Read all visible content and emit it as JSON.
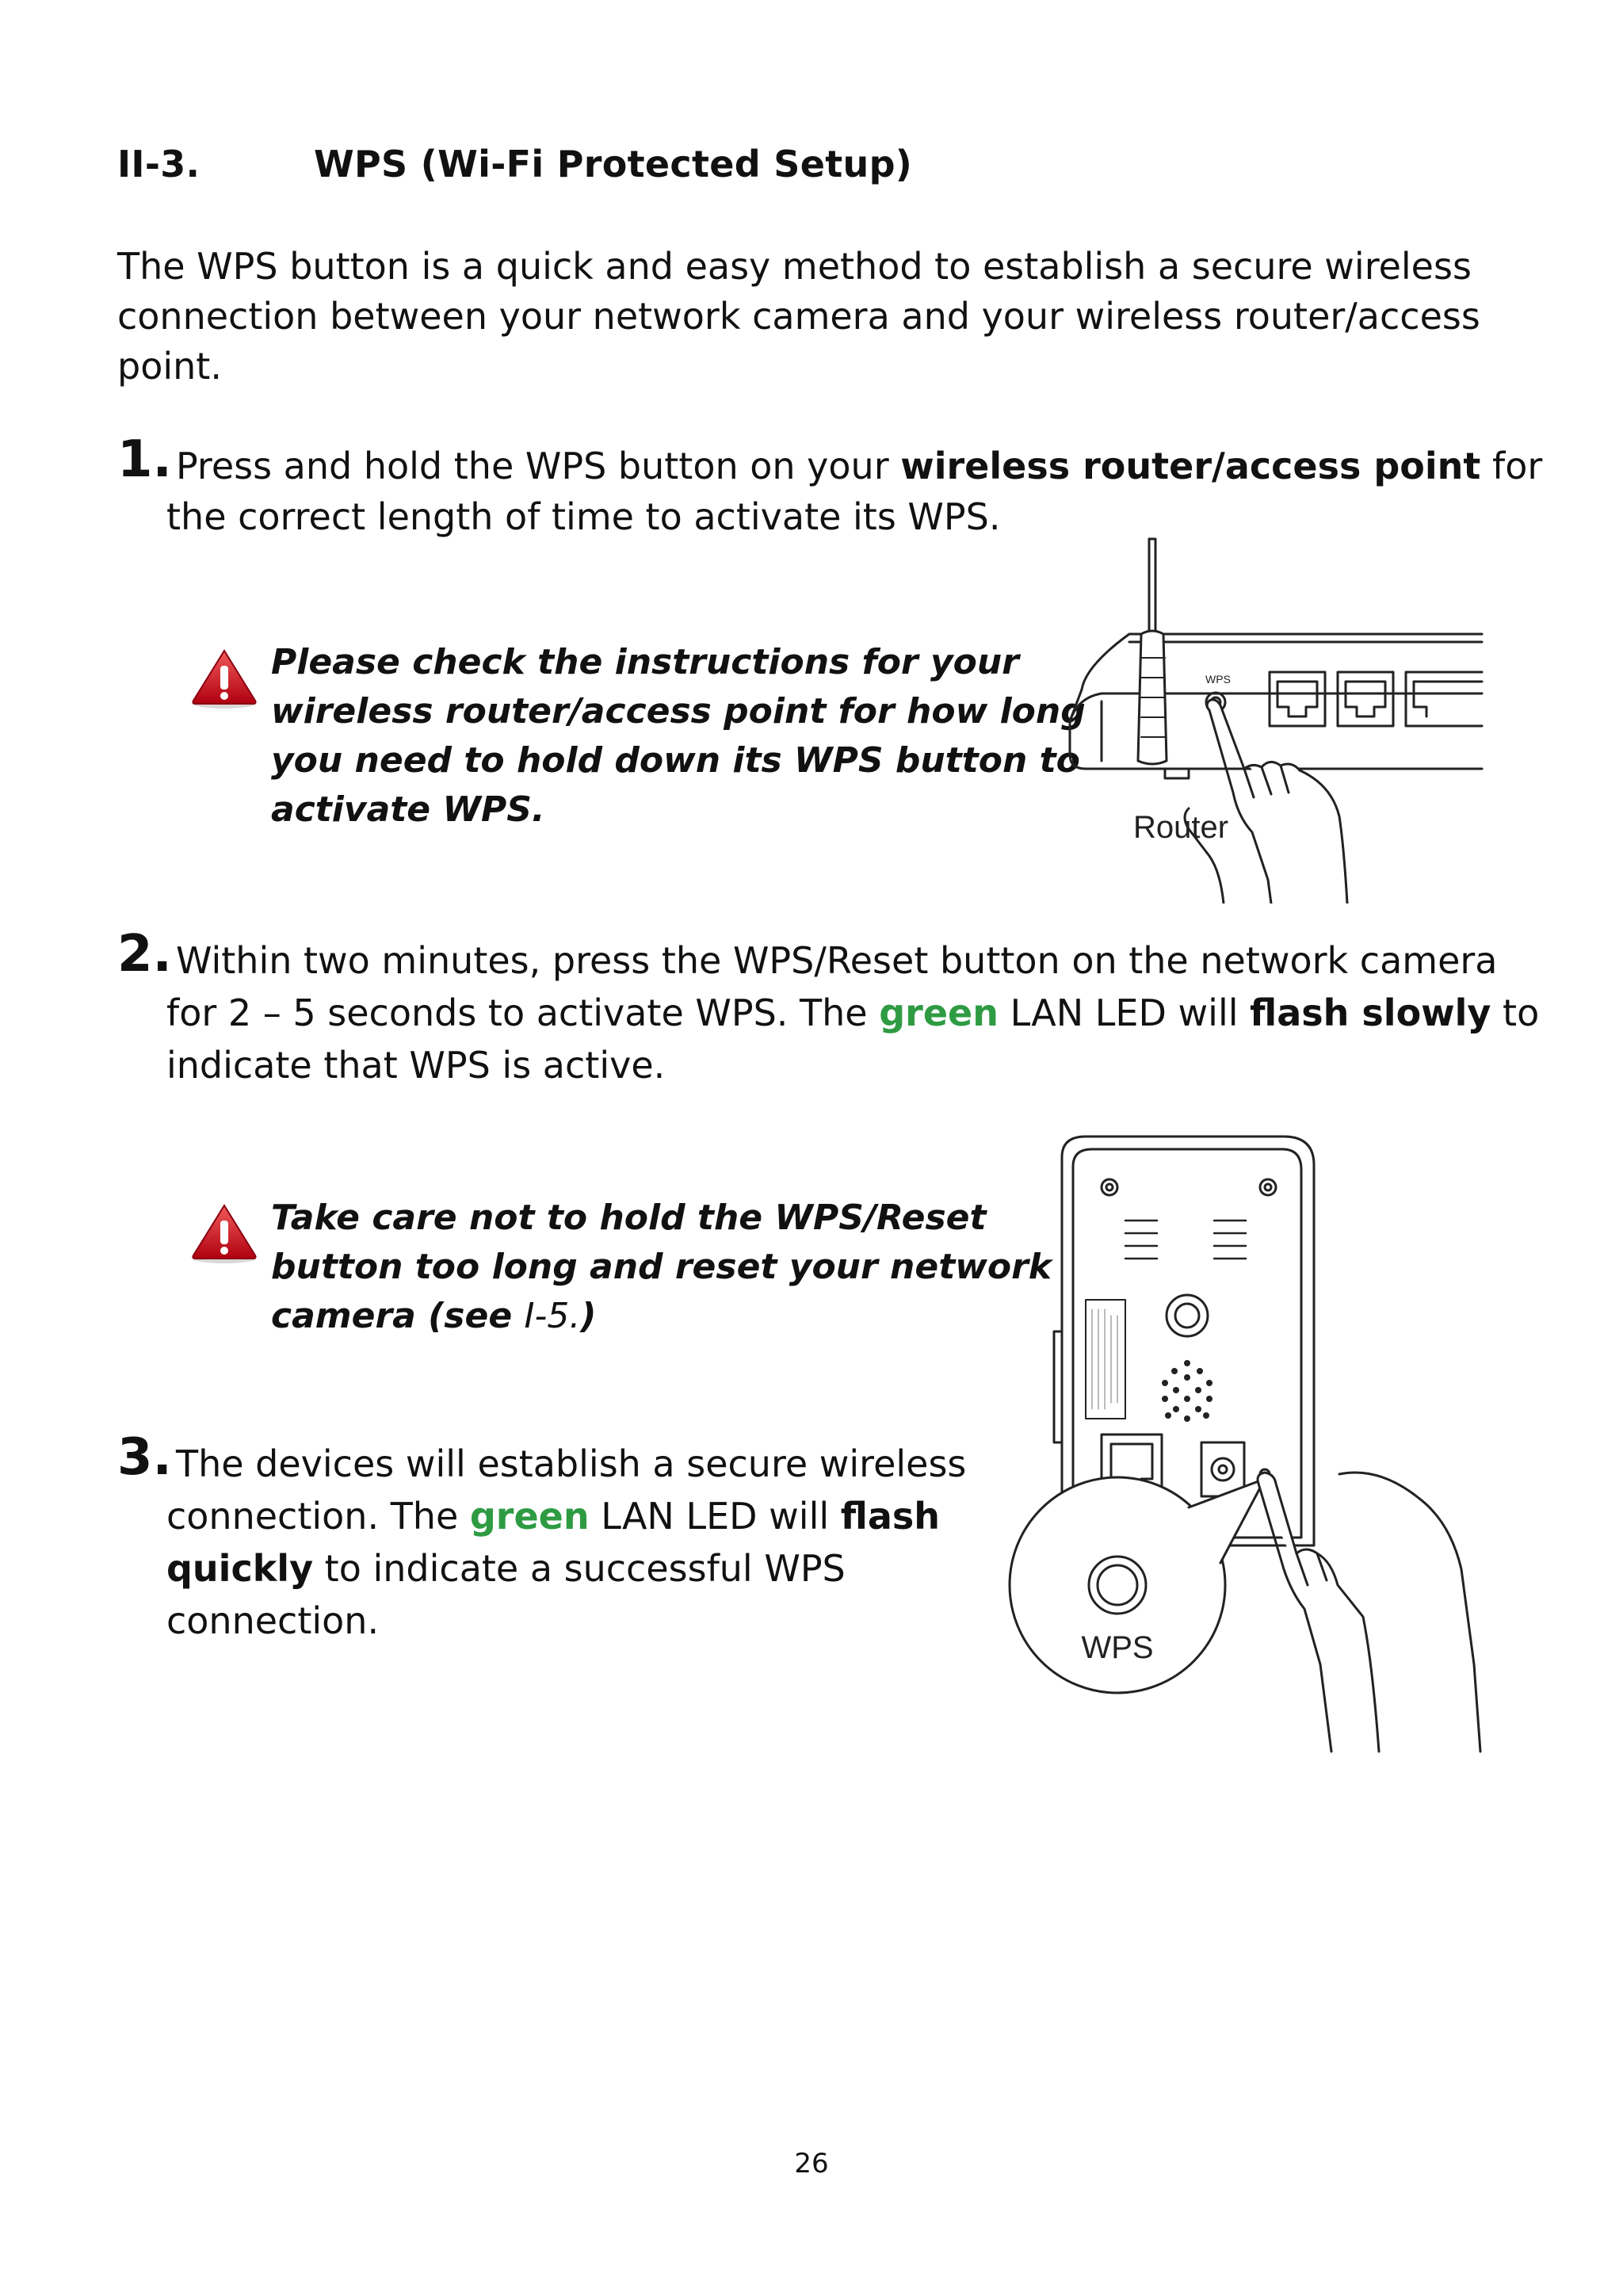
{
  "section": {
    "number": "II-3.",
    "title": "WPS (Wi-Fi Protected Setup)"
  },
  "intro": {
    "line1": "The WPS button is a quick and easy method to establish a secure wireless",
    "line2": "connection between your network camera and your wireless router/access",
    "line3": "point."
  },
  "step1": {
    "number": "1.",
    "l1_a": "Press and hold the WPS button on your ",
    "l1_b": "wireless router/access point",
    "l1_c": " for",
    "l2": "the correct length of time to activate its WPS."
  },
  "warning1": {
    "lines": [
      "Please check the instructions for your",
      "wireless router/access point for how long",
      "you need to hold down its WPS button to",
      "activate WPS."
    ]
  },
  "router_figure": {
    "label": "Router",
    "button_label": "WPS"
  },
  "step2": {
    "number": "2.",
    "l1": "Within two minutes, press the WPS/Reset button on the network camera",
    "l2_a": "for 2 – 5 seconds to activate WPS. The ",
    "l2_green": "green",
    "l2_b": " LAN LED will ",
    "l2_bold": "flash slowly",
    "l2_c": " to",
    "l3": "indicate that WPS is active."
  },
  "warning2": {
    "line1": "Take care not to hold the WPS/Reset",
    "line2": "button too long and reset your network",
    "line3_a": "camera (see ",
    "line3_ref": "I-5.",
    "line3_b": ")"
  },
  "step3": {
    "number": "3.",
    "l1": "The devices will establish a secure wireless",
    "l2_a": "connection. The ",
    "l2_green": "green",
    "l2_b": " LAN LED will ",
    "l2_bold": "flash",
    "l3_bold": "quickly",
    "l3_b": " to indicate a successful WPS",
    "l4": "connection."
  },
  "camera_figure": {
    "callout_label": "WPS"
  },
  "page_number": "26"
}
